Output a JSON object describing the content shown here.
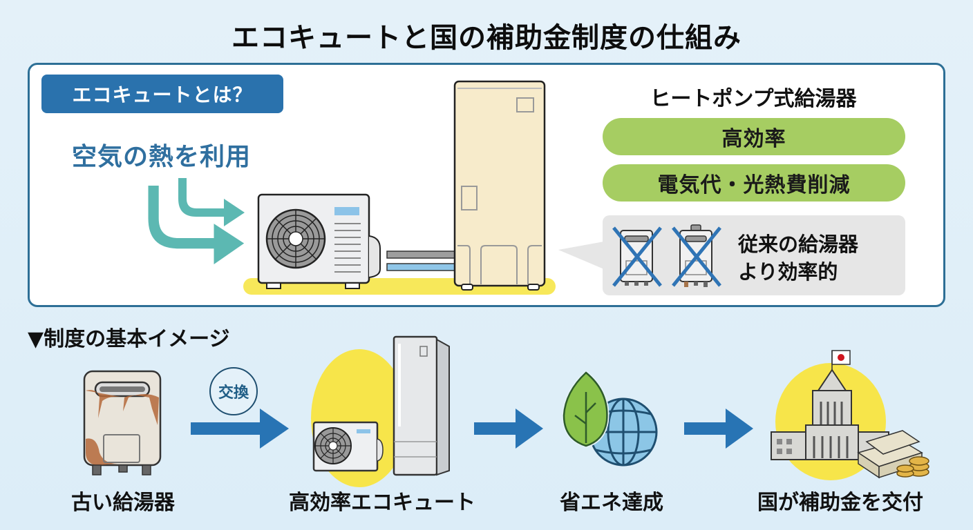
{
  "title": "エコキュートと国の補助金制度の仕組み",
  "intro_panel": {
    "badge_label": "エコキュートとは？",
    "air_heat_label": "空気の熱を利用",
    "heat_pump_title": "ヒートポンプ式給湯器",
    "features": [
      "高効率",
      "電気代・光熱費削減"
    ],
    "comparison": {
      "line1": "従来の給湯器",
      "line2": "より効率的",
      "icon": "crossed-out-water-heater-icon"
    },
    "colors": {
      "border": "#2d6f96",
      "badge": "#2a72ad",
      "feature_pill": "#a6cd62",
      "air_text": "#2f6f9f",
      "air_arrow": "#5cb8b2"
    }
  },
  "flow": {
    "section_label": "▼制度の基本イメージ",
    "exchange_label": "交換",
    "steps": [
      {
        "label": "古い給湯器",
        "icon": "old-water-heater-icon"
      },
      {
        "label": "高効率エコキュート",
        "icon": "ecocute-unit-icon"
      },
      {
        "label": "省エネ達成",
        "icon": "leaf-globe-icon"
      },
      {
        "label": "国が補助金を交付",
        "icon": "government-building-money-icon"
      }
    ],
    "colors": {
      "arrow": "#2874b4",
      "highlight": "#f7e54a"
    }
  }
}
